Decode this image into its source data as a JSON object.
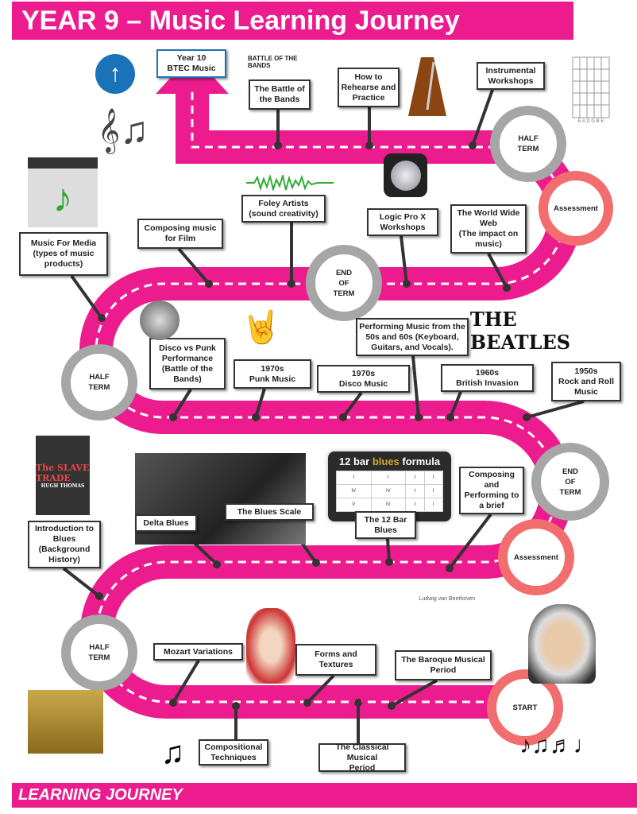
{
  "header": {
    "title": "YEAR 9 – Music Learning Journey"
  },
  "footer": {
    "label": "LEARNING JOURNEY"
  },
  "milestones": {
    "half_term_1": "HALF\nTERM",
    "assessment_1": "Assessment",
    "end_of_term_1": "END\nOF\nTERM",
    "half_term_2": "HALF\nTERM",
    "end_of_term_2": "END\nOF\nTERM",
    "assessment_2": "Assessment",
    "half_term_3": "HALF\nTERM",
    "start": "START"
  },
  "topics": {
    "year10": "Year 10\nBTEC Music",
    "battle": "The Battle of\nthe Bands",
    "rehearse": "How to\nRehearse and\nPractice",
    "instrumental": "Instrumental\nWorkshops",
    "film": "Composing music\nfor Film",
    "foley": "Foley Artists\n(sound creativity)",
    "logic": "Logic Pro X\nWorkshops",
    "www": "The World Wide\nWeb\n(The impact on\nmusic)",
    "media": "Music For Media\n(types of music\nproducts)",
    "discopunk": "Disco vs Punk\nPerformance\n(Battle of the\nBands)",
    "punk": "1970s\nPunk Music",
    "fiftiessixties": "Performing Music from the\n50s and 60s (Keyboard,\nGuitars, and Vocals).",
    "disco": "1970s\nDisco Music",
    "british": "1960s\nBritish Invasion",
    "rocknroll": "1950s\nRock and Roll\nMusic",
    "brief": "Composing\nand\nPerforming to\na brief",
    "twelvebar": "The 12 Bar\nBlues",
    "bluesscale": "The Blues Scale",
    "delta": "Delta Blues",
    "introblues": "Introduction to\nBlues\n(Background\nHistory)",
    "mozart": "Mozart Variations",
    "forms": "Forms and\nTextures",
    "baroque": "The Baroque Musical\nPeriod",
    "compositional": "Compositional\nTechniques",
    "classical": "The Classical Musical\nPeriod"
  },
  "images": {
    "battle_logo": "BATTLE OF THE BANDS",
    "beatles_logo": "THE BEATLES",
    "guitar_strings": "E A D G B E",
    "slave_trade_book": "The SLAVE TRADE",
    "slave_trade_author": "HUGH THOMAS",
    "beethoven_score": "Ludwig van Beethoven"
  },
  "blues_formula": {
    "title_pre": "12 bar ",
    "title_accent": "blues",
    "title_post": " formula",
    "rows": [
      [
        "I",
        "I",
        "I",
        "I"
      ],
      [
        "IV",
        "IV",
        "I",
        "I"
      ],
      [
        "V",
        "IV",
        "I",
        "I"
      ]
    ]
  },
  "colors": {
    "brand": "#ec1c8e",
    "ring": "#a6a6a6",
    "assessment": "#f26d6d",
    "year10_border": "#1a73b8"
  }
}
